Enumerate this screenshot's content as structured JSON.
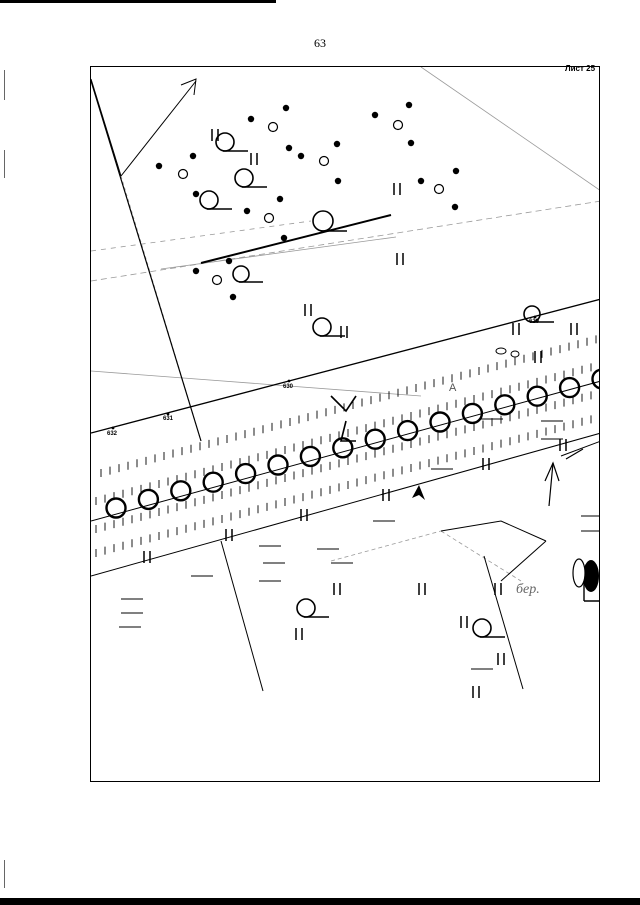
{
  "page": {
    "number": "63"
  },
  "sheet": {
    "label": "Лист 25"
  },
  "map": {
    "km_markers": [
      "632",
      "631",
      "630",
      "629"
    ],
    "annotation_text": "бер.",
    "symbol_letter": "A",
    "colors": {
      "ink": "#000000",
      "faint": "#9a9a9a",
      "paper": "#ffffff"
    }
  }
}
